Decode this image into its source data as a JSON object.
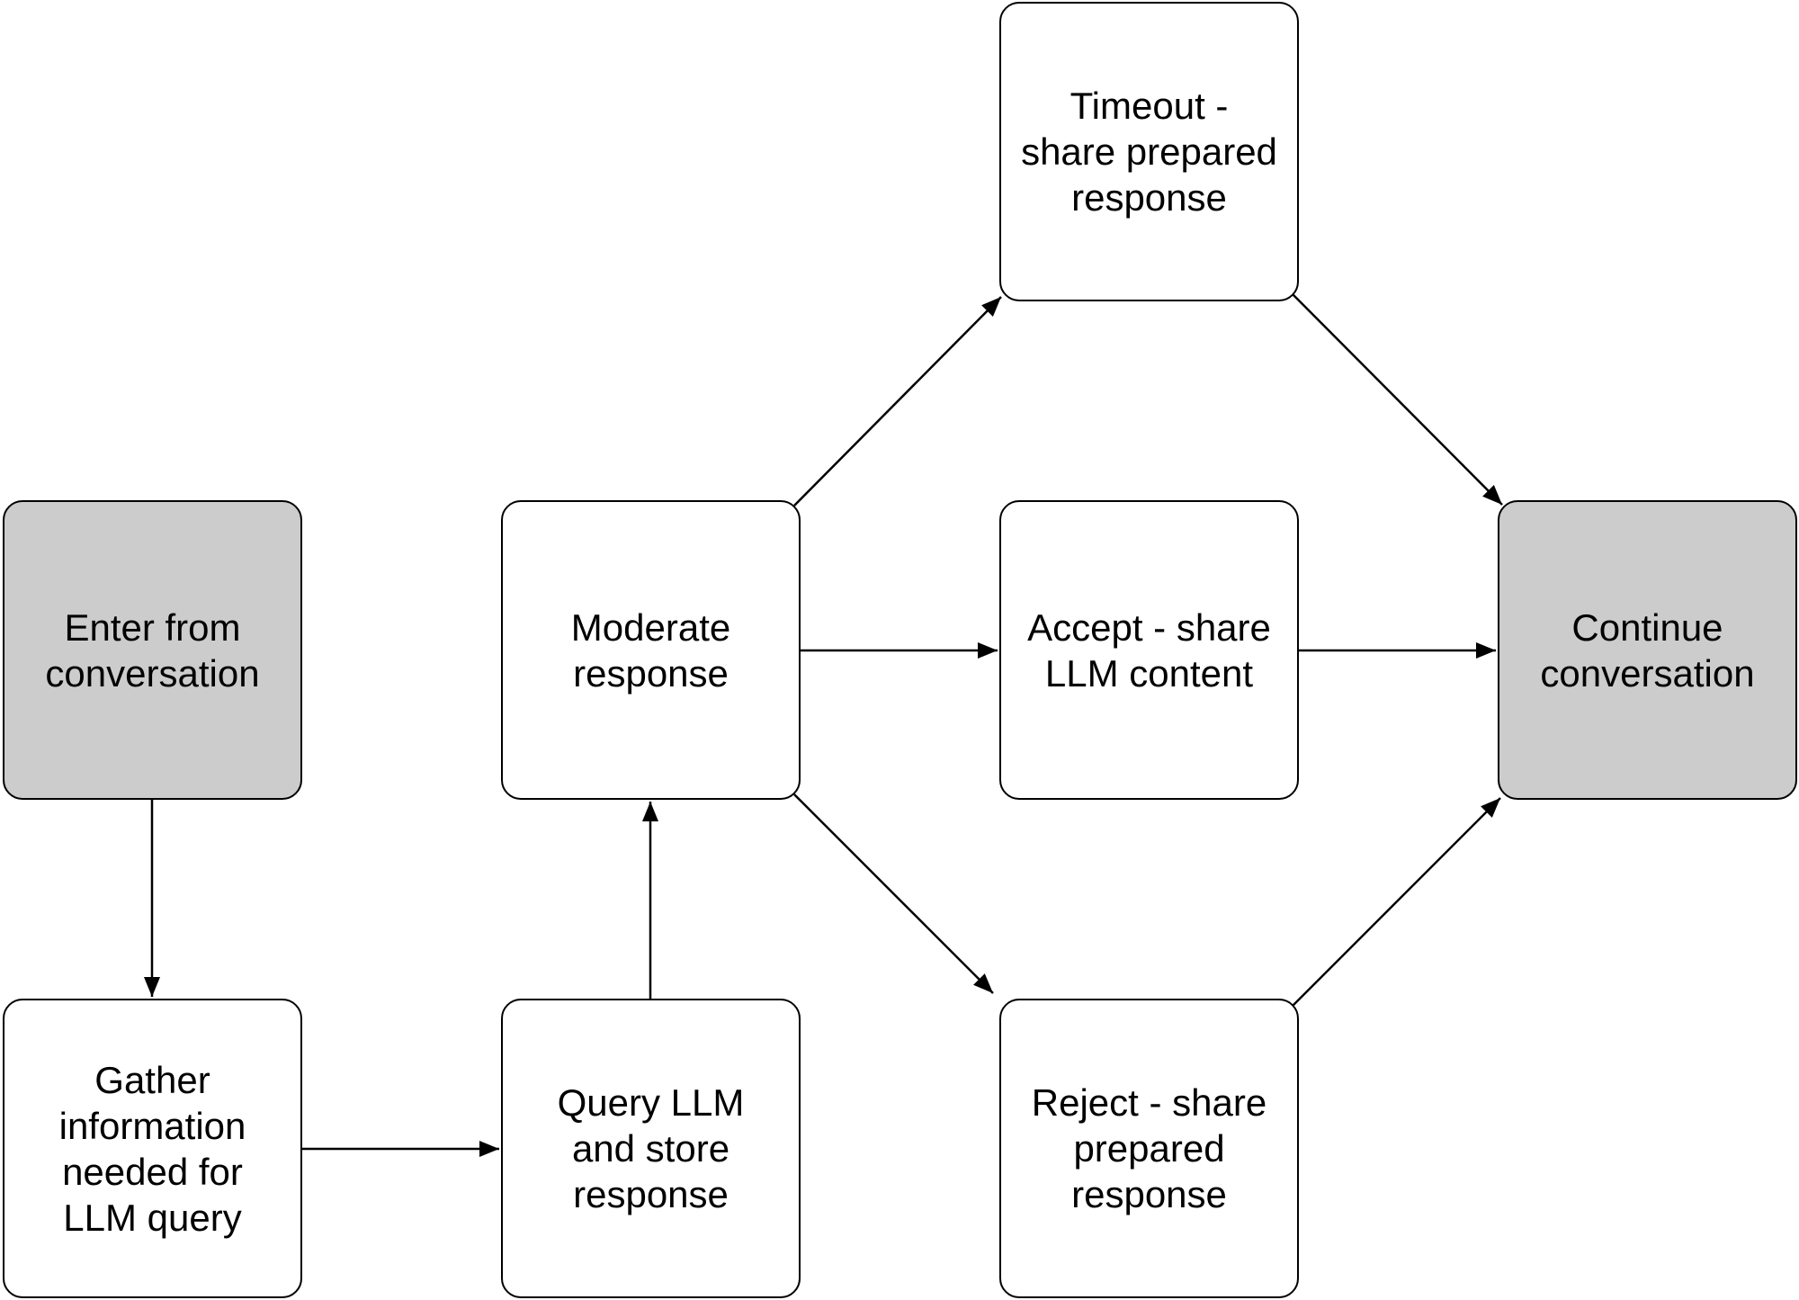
{
  "diagram": {
    "nodes": {
      "enter": {
        "label": "Enter from\nconversation",
        "terminal": true
      },
      "gather": {
        "label": "Gather\ninformation\nneeded for\nLLM query",
        "terminal": false
      },
      "query": {
        "label": "Query LLM\nand store\nresponse",
        "terminal": false
      },
      "moderate": {
        "label": "Moderate\nresponse",
        "terminal": false
      },
      "timeout": {
        "label": "Timeout -\nshare prepared\nresponse",
        "terminal": false
      },
      "accept": {
        "label": "Accept - share\nLLM content",
        "terminal": false
      },
      "reject": {
        "label": "Reject - share\nprepared\nresponse",
        "terminal": false
      },
      "continue": {
        "label": "Continue\nconversation",
        "terminal": true
      }
    },
    "edges": [
      {
        "from": "enter",
        "to": "gather"
      },
      {
        "from": "gather",
        "to": "query"
      },
      {
        "from": "query",
        "to": "moderate"
      },
      {
        "from": "moderate",
        "to": "timeout"
      },
      {
        "from": "moderate",
        "to": "accept"
      },
      {
        "from": "moderate",
        "to": "reject"
      },
      {
        "from": "timeout",
        "to": "continue"
      },
      {
        "from": "accept",
        "to": "continue"
      },
      {
        "from": "reject",
        "to": "continue"
      }
    ],
    "colors": {
      "terminal_fill": "#cccccc",
      "node_fill": "#ffffff",
      "stroke": "#000000"
    }
  }
}
